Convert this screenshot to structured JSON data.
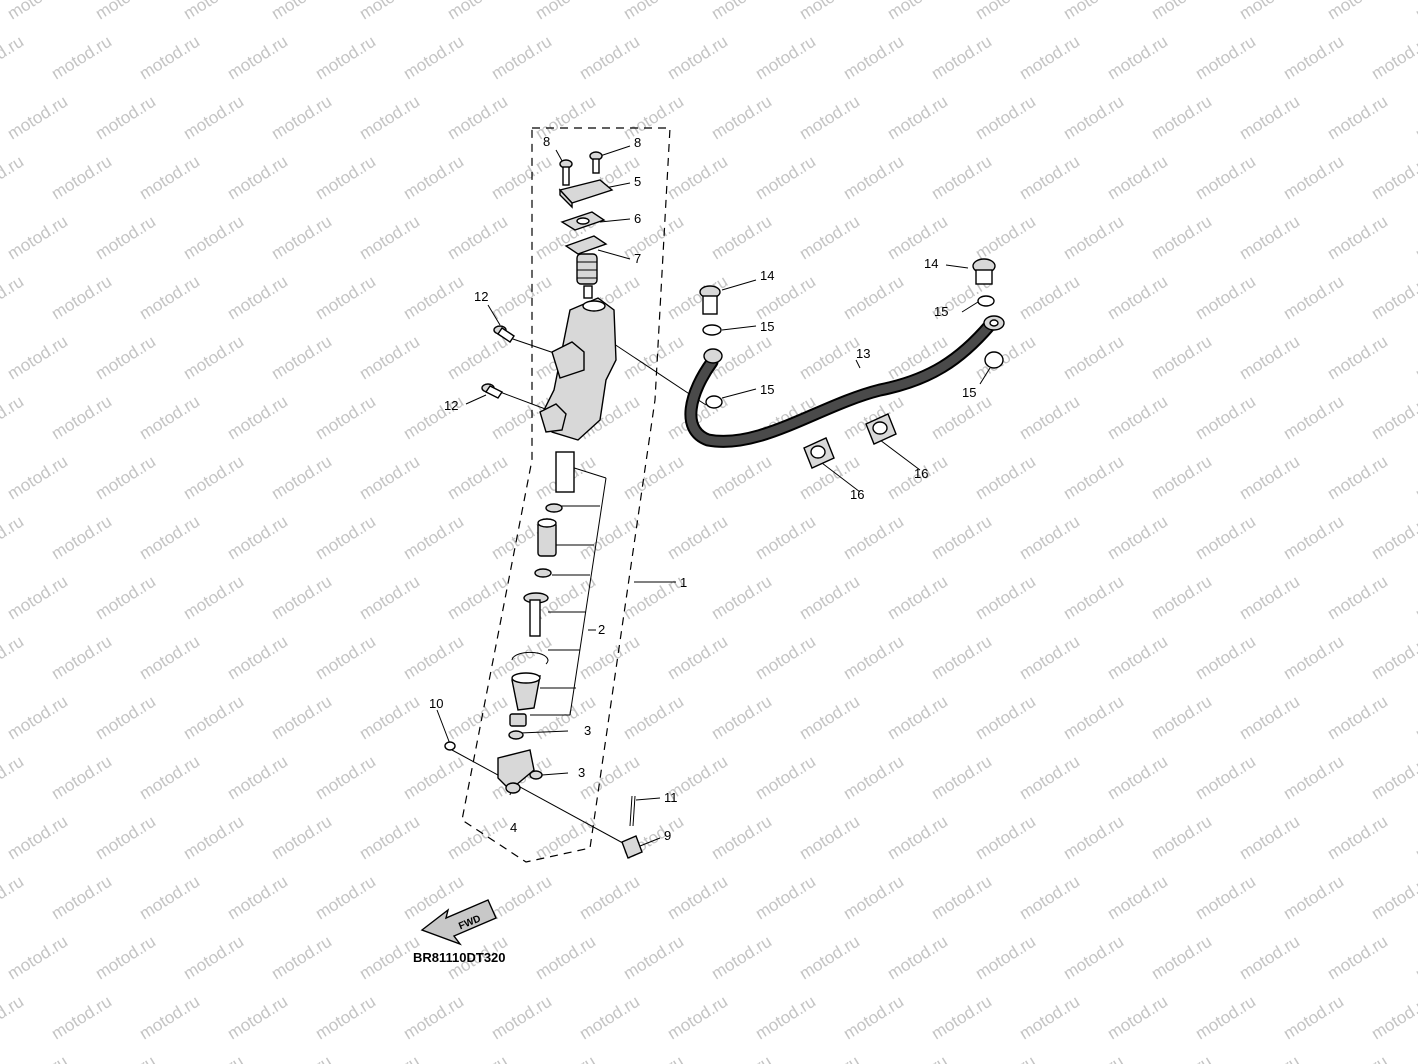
{
  "watermark": "motod.ru",
  "diagram_code": "BR81110DT320",
  "fwd_label": "FWD",
  "callouts": {
    "c1": "1",
    "c2": "2",
    "c3a": "3",
    "c3b": "3",
    "c4": "4",
    "c5": "5",
    "c6": "6",
    "c7": "7",
    "c8a": "8",
    "c8b": "8",
    "c9": "9",
    "c10": "10",
    "c11": "11",
    "c12a": "12",
    "c12b": "12",
    "c13": "13",
    "c14a": "14",
    "c14b": "14",
    "c15a": "15",
    "c15b": "15",
    "c15c": "15",
    "c15d": "15",
    "c16a": "16",
    "c16b": "16"
  }
}
